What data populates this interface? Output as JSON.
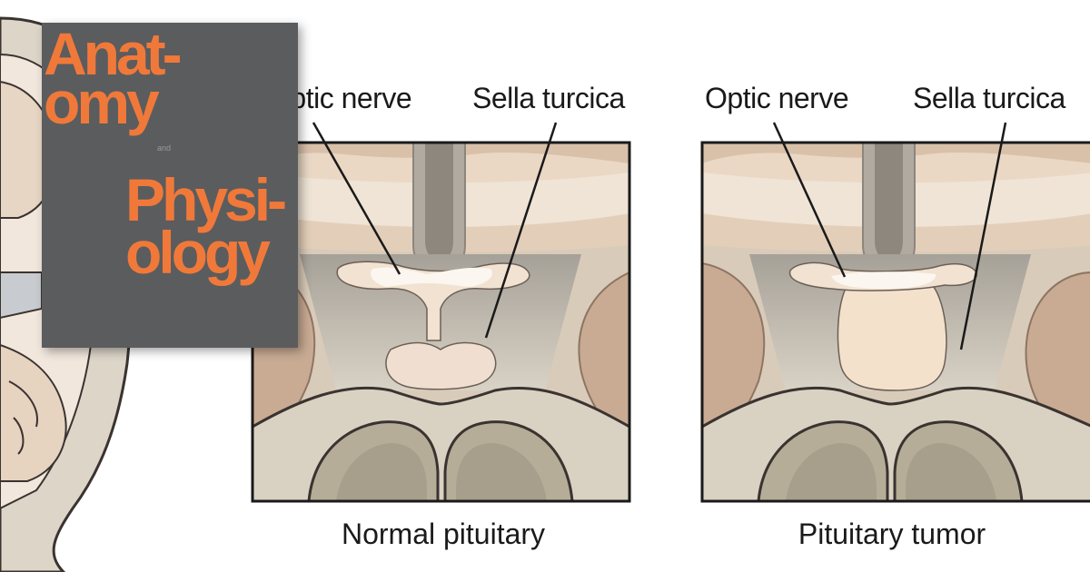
{
  "panels": {
    "left": {
      "label_optic": "Optic nerve",
      "label_sella": "Sella turcica",
      "caption": "Normal pituitary"
    },
    "right": {
      "label_optic": "Optic nerve",
      "label_sella": "Sella turcica",
      "caption": "Pituitary tumor"
    }
  },
  "book_cover": {
    "line1": "Anat-",
    "line2": "omy",
    "line3": "and",
    "line4": "Physi-",
    "line5": "ology"
  },
  "colors": {
    "tissue_light": "#e9dfd2",
    "tissue_mid": "#d8c3ae",
    "tissue_dark": "#b58f77",
    "gray_matter": "#9d978d",
    "pituitary_normal": "#f0dfd0",
    "pituitary_tumor": "#f3e1cc",
    "outline": "#3a3330",
    "cover_bg": "#5b5c5e",
    "cover_text": "#f0793a"
  }
}
